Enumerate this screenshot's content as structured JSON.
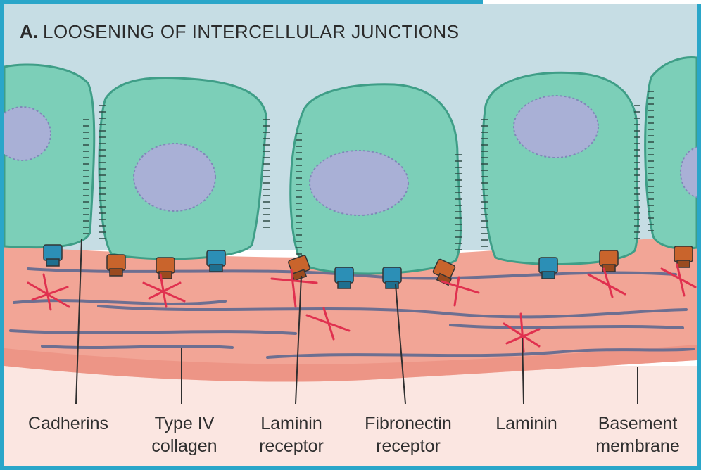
{
  "figure": {
    "panel_letter": "A.",
    "title": "LOOSENING OF INTERCELLULAR JUNCTIONS"
  },
  "labels": [
    {
      "id": "cadherins",
      "lines": [
        "Cadherins"
      ]
    },
    {
      "id": "type-iv-collagen",
      "lines": [
        "Type IV",
        "collagen"
      ]
    },
    {
      "id": "laminin-receptor",
      "lines": [
        "Laminin",
        "receptor"
      ]
    },
    {
      "id": "fibronectin-receptor",
      "lines": [
        "Fibronectin",
        "receptor"
      ]
    },
    {
      "id": "laminin",
      "lines": [
        "Laminin"
      ]
    },
    {
      "id": "basement-membrane",
      "lines": [
        "Basement",
        "membrane"
      ]
    }
  ],
  "colors": {
    "border": "#2aa6c9",
    "sky": "#c6dde4",
    "cell": "#7ccfb8",
    "cell_dark": "#3f9e87",
    "nucleus": "#a9b0d6",
    "membrane": "#f2a596",
    "membrane_light": "#f9d1c7",
    "fiber": "#6d6f91",
    "laminin": "#e0314f",
    "receptor_orange": "#c9642c",
    "receptor_blue": "#2c8fb6"
  }
}
